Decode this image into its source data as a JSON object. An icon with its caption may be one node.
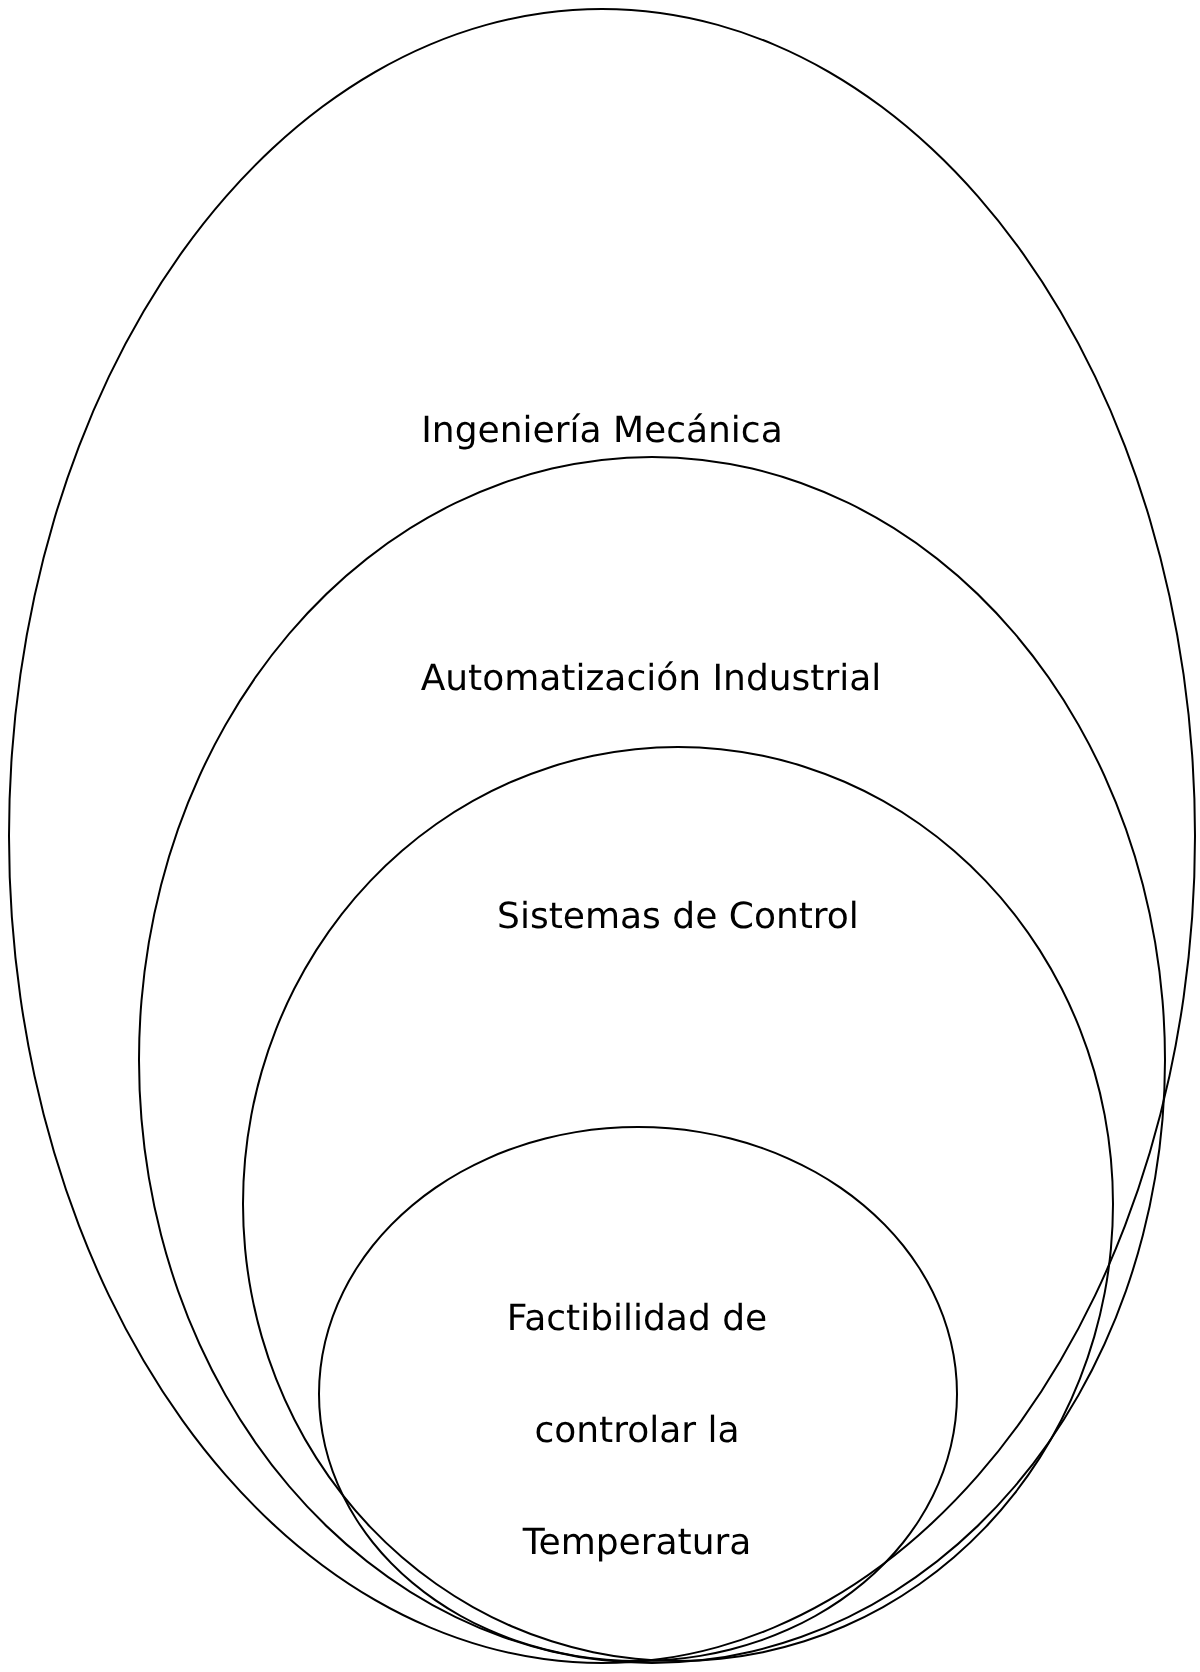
{
  "diagram": {
    "nodes": [
      {
        "text": [
          "Ingeniería Mecánica"
        ]
      },
      {
        "text": [
          "Automatización Industrial"
        ],
        "in": 0
      },
      {
        "text": [
          "Sistemas de Control"
        ],
        "in": 1
      },
      {
        "text": [
          "Factibilidad de controlar la Temperatura"
        ],
        "in": 2
      }
    ]
  }
}
